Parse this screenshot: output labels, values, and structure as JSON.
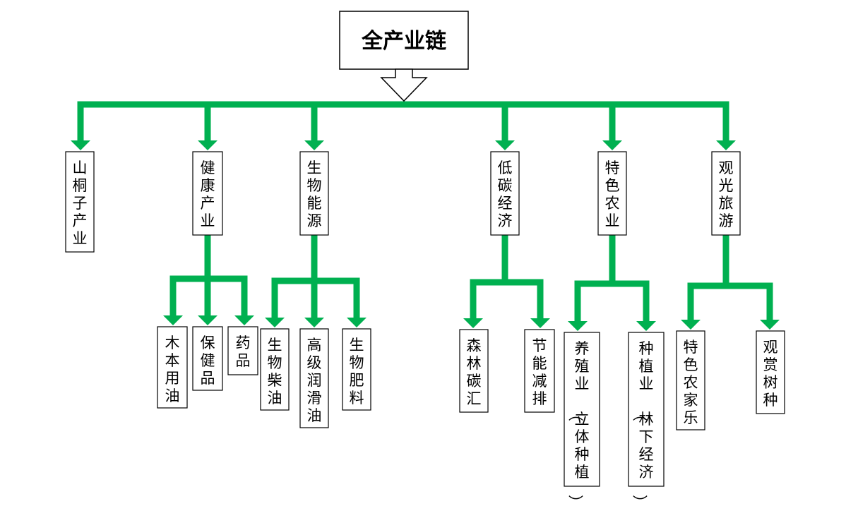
{
  "title": "全产业链",
  "colors": {
    "arrow": "#00b050",
    "box_border": "#000000",
    "text": "#000000",
    "background": "#ffffff"
  },
  "branches": [
    {
      "label": "山桐子产业",
      "children": []
    },
    {
      "label": "健康产业",
      "children": [
        "木本用油",
        "保健品",
        "药品"
      ]
    },
    {
      "label": "生物能源",
      "children": [
        "生物柴油",
        "高级润滑油",
        "生物肥料"
      ]
    },
    {
      "label": "低碳经济",
      "children": [
        "森林碳汇",
        "节能减排"
      ]
    },
    {
      "label": "特色农业",
      "children": [
        "养殖业（立体种植）",
        "种植业（林下经济）"
      ]
    },
    {
      "label": "观光旅游",
      "children": [
        "特色农家乐",
        "观赏树种"
      ]
    }
  ]
}
